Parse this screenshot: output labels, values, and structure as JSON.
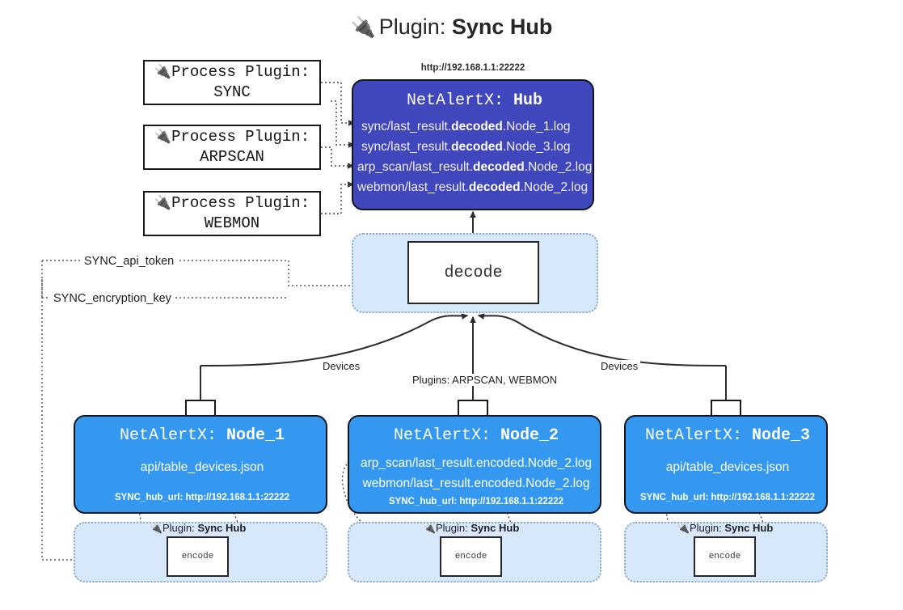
{
  "title": {
    "icon": "plug-icon",
    "prefix": "Plugin:",
    "name": "Sync Hub"
  },
  "process_plugins": [
    {
      "icon": "plug-icon",
      "line1": "Process Plugin:",
      "line2": "SYNC"
    },
    {
      "icon": "plug-icon",
      "line1": "Process Plugin:",
      "line2": "ARPSCAN"
    },
    {
      "icon": "plug-icon",
      "line1": "Process Plugin:",
      "line2": "WEBMON"
    }
  ],
  "hub": {
    "url": "http://192.168.1.1:22222",
    "title_prefix": "NetAlertX:",
    "title_name": "Hub",
    "lines": [
      {
        "pre": "sync/last_result.",
        "bold": "decoded",
        "post": ".Node_1.log"
      },
      {
        "pre": "sync/last_result.",
        "bold": "decoded",
        "post": ".Node_3.log"
      },
      {
        "pre": "arp_scan/last_result.",
        "bold": "decoded",
        "post": ".Node_2.log"
      },
      {
        "pre": "webmon/last_result.",
        "bold": "decoded",
        "post": ".Node_2.log"
      }
    ]
  },
  "decode": {
    "label": "decode"
  },
  "secrets": [
    {
      "label": "SYNC_api_token"
    },
    {
      "label": "SYNC_encryption_key"
    }
  ],
  "edge_labels": {
    "left_devices": "Devices",
    "right_devices": "Devices",
    "center_plugins": "Plugins: ARPSCAN, WEBMON"
  },
  "nodes": [
    {
      "icon": "envelope-icon",
      "title_prefix": "NetAlertX:",
      "title_name": "Node_1",
      "lines": [
        "api/table_devices.json"
      ],
      "footer": "SYNC_hub_url: http://192.168.1.1:22222"
    },
    {
      "icon": "envelope-icon",
      "title_prefix": "NetAlertX:",
      "title_name": "Node_2",
      "lines": [
        "arp_scan/last_result.encoded.Node_2.log",
        "webmon/last_result.encoded.Node_2.log"
      ],
      "footer": "SYNC_hub_url: http://192.168.1.1:22222"
    },
    {
      "icon": "envelope-icon",
      "title_prefix": "NetAlertX:",
      "title_name": "Node_3",
      "lines": [
        "api/table_devices.json"
      ],
      "footer": "SYNC_hub_url: http://192.168.1.1:22222"
    }
  ],
  "encoders": [
    {
      "icon": "plug-icon",
      "label_prefix": "Plugin:",
      "label_name": "Sync Hub",
      "box": "encode"
    },
    {
      "icon": "plug-icon",
      "label_prefix": "Plugin:",
      "label_name": "Sync Hub",
      "box": "encode"
    },
    {
      "icon": "plug-icon",
      "label_prefix": "Plugin:",
      "label_name": "Sync Hub",
      "box": "encode"
    }
  ],
  "colors": {
    "hub": "#4046bb",
    "node": "#3498f0",
    "container": "#d6e8fa",
    "stroke": "#15151e"
  }
}
